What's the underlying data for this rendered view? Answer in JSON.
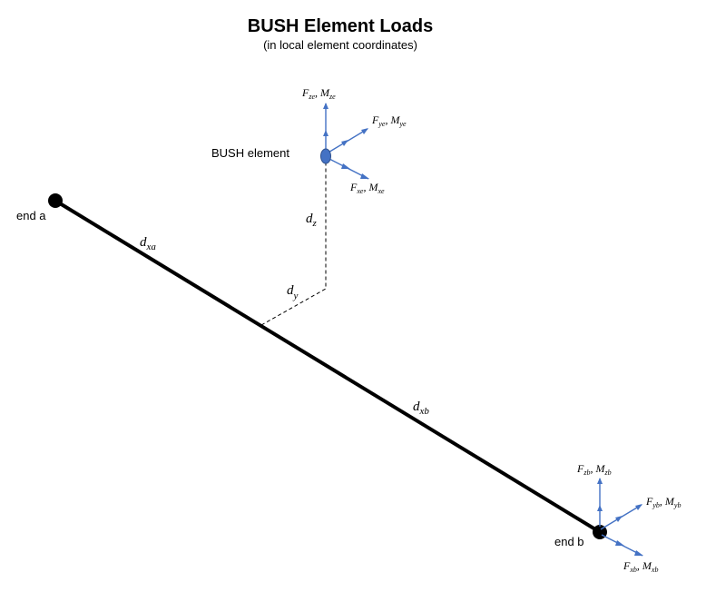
{
  "title": "BUSH Element Loads",
  "subtitle": "(in local element coordinates)",
  "labels": {
    "end_a": "end a",
    "end_b": "end b",
    "bush_element": "BUSH element"
  },
  "dimensions": {
    "dxa": {
      "main": "d",
      "sub": "xa"
    },
    "dxb": {
      "main": "d",
      "sub": "xb"
    },
    "dy": {
      "main": "d",
      "sub": "y"
    },
    "dz": {
      "main": "d",
      "sub": "z"
    }
  },
  "bush_forces": {
    "z": {
      "f": "F",
      "fsub": "ze",
      "sep": ", ",
      "m": "M",
      "msub": "ze"
    },
    "y": {
      "f": "F",
      "fsub": "ye",
      "sep": ", ",
      "m": "M",
      "msub": "ye"
    },
    "x": {
      "f": "F",
      "fsub": "xe",
      "sep": ", ",
      "m": "M",
      "msub": "xe"
    }
  },
  "endb_forces": {
    "z": {
      "f": "F",
      "fsub": "zb",
      "sep": ", ",
      "m": "M",
      "msub": "zb"
    },
    "y": {
      "f": "F",
      "fsub": "yb",
      "sep": ", ",
      "m": "M",
      "msub": "yb"
    },
    "x": {
      "f": "F",
      "fsub": "xb",
      "sep": ", ",
      "m": "M",
      "msub": "xb"
    }
  },
  "colors": {
    "arrow": "#4472C4",
    "bush_node": "#4472C4",
    "line": "#000000"
  }
}
